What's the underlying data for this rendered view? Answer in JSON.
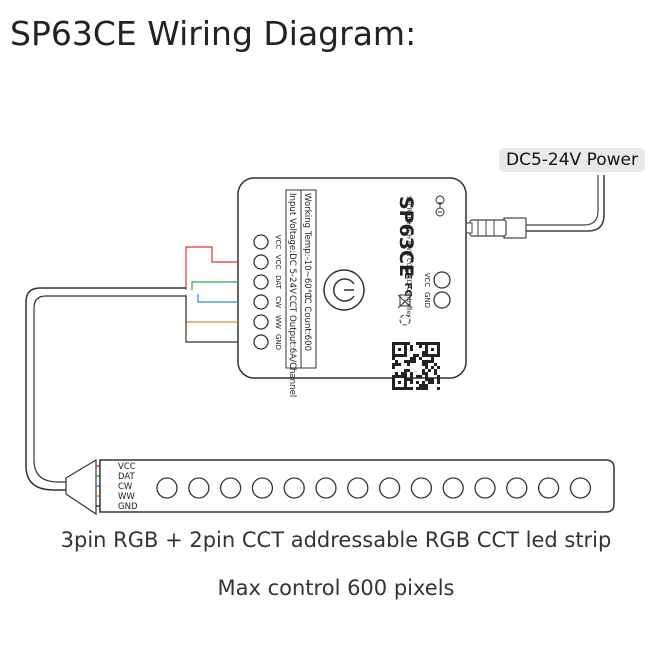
{
  "title": "SP63CE Wiring Diagram:",
  "power_label": "DC5-24V Power",
  "controller": {
    "brand": "SP63CE",
    "subtitle": "SPI RGB+2CH PWM CCT LED Controller",
    "spec_input": "Input Voltage:DC 5-24V",
    "spec_temp": "Working Temp:-10~60℃",
    "spec_output": "CCT Output:6A/Channel",
    "spec_ic": "IC Count:600",
    "left_pins": [
      "VCC",
      "VCC",
      "DAT",
      "CW",
      "WW",
      "GND"
    ],
    "right_pins": [
      "VCC",
      "GND"
    ],
    "cert_marks": "CE FC"
  },
  "strip": {
    "pin_labels": [
      "VCC",
      "DAT",
      "CW",
      "WW",
      "GND"
    ],
    "led_count": 14
  },
  "wire_colors": {
    "vcc": "#e03030",
    "dat": "#2aa84a",
    "cw": "#2f8fd8",
    "ww": "#e08a28",
    "gnd": "#333333"
  },
  "caption_main": "3pin RGB + 2pin CCT addressable RGB CCT led strip",
  "caption_sub": "Max control 600 pixels"
}
